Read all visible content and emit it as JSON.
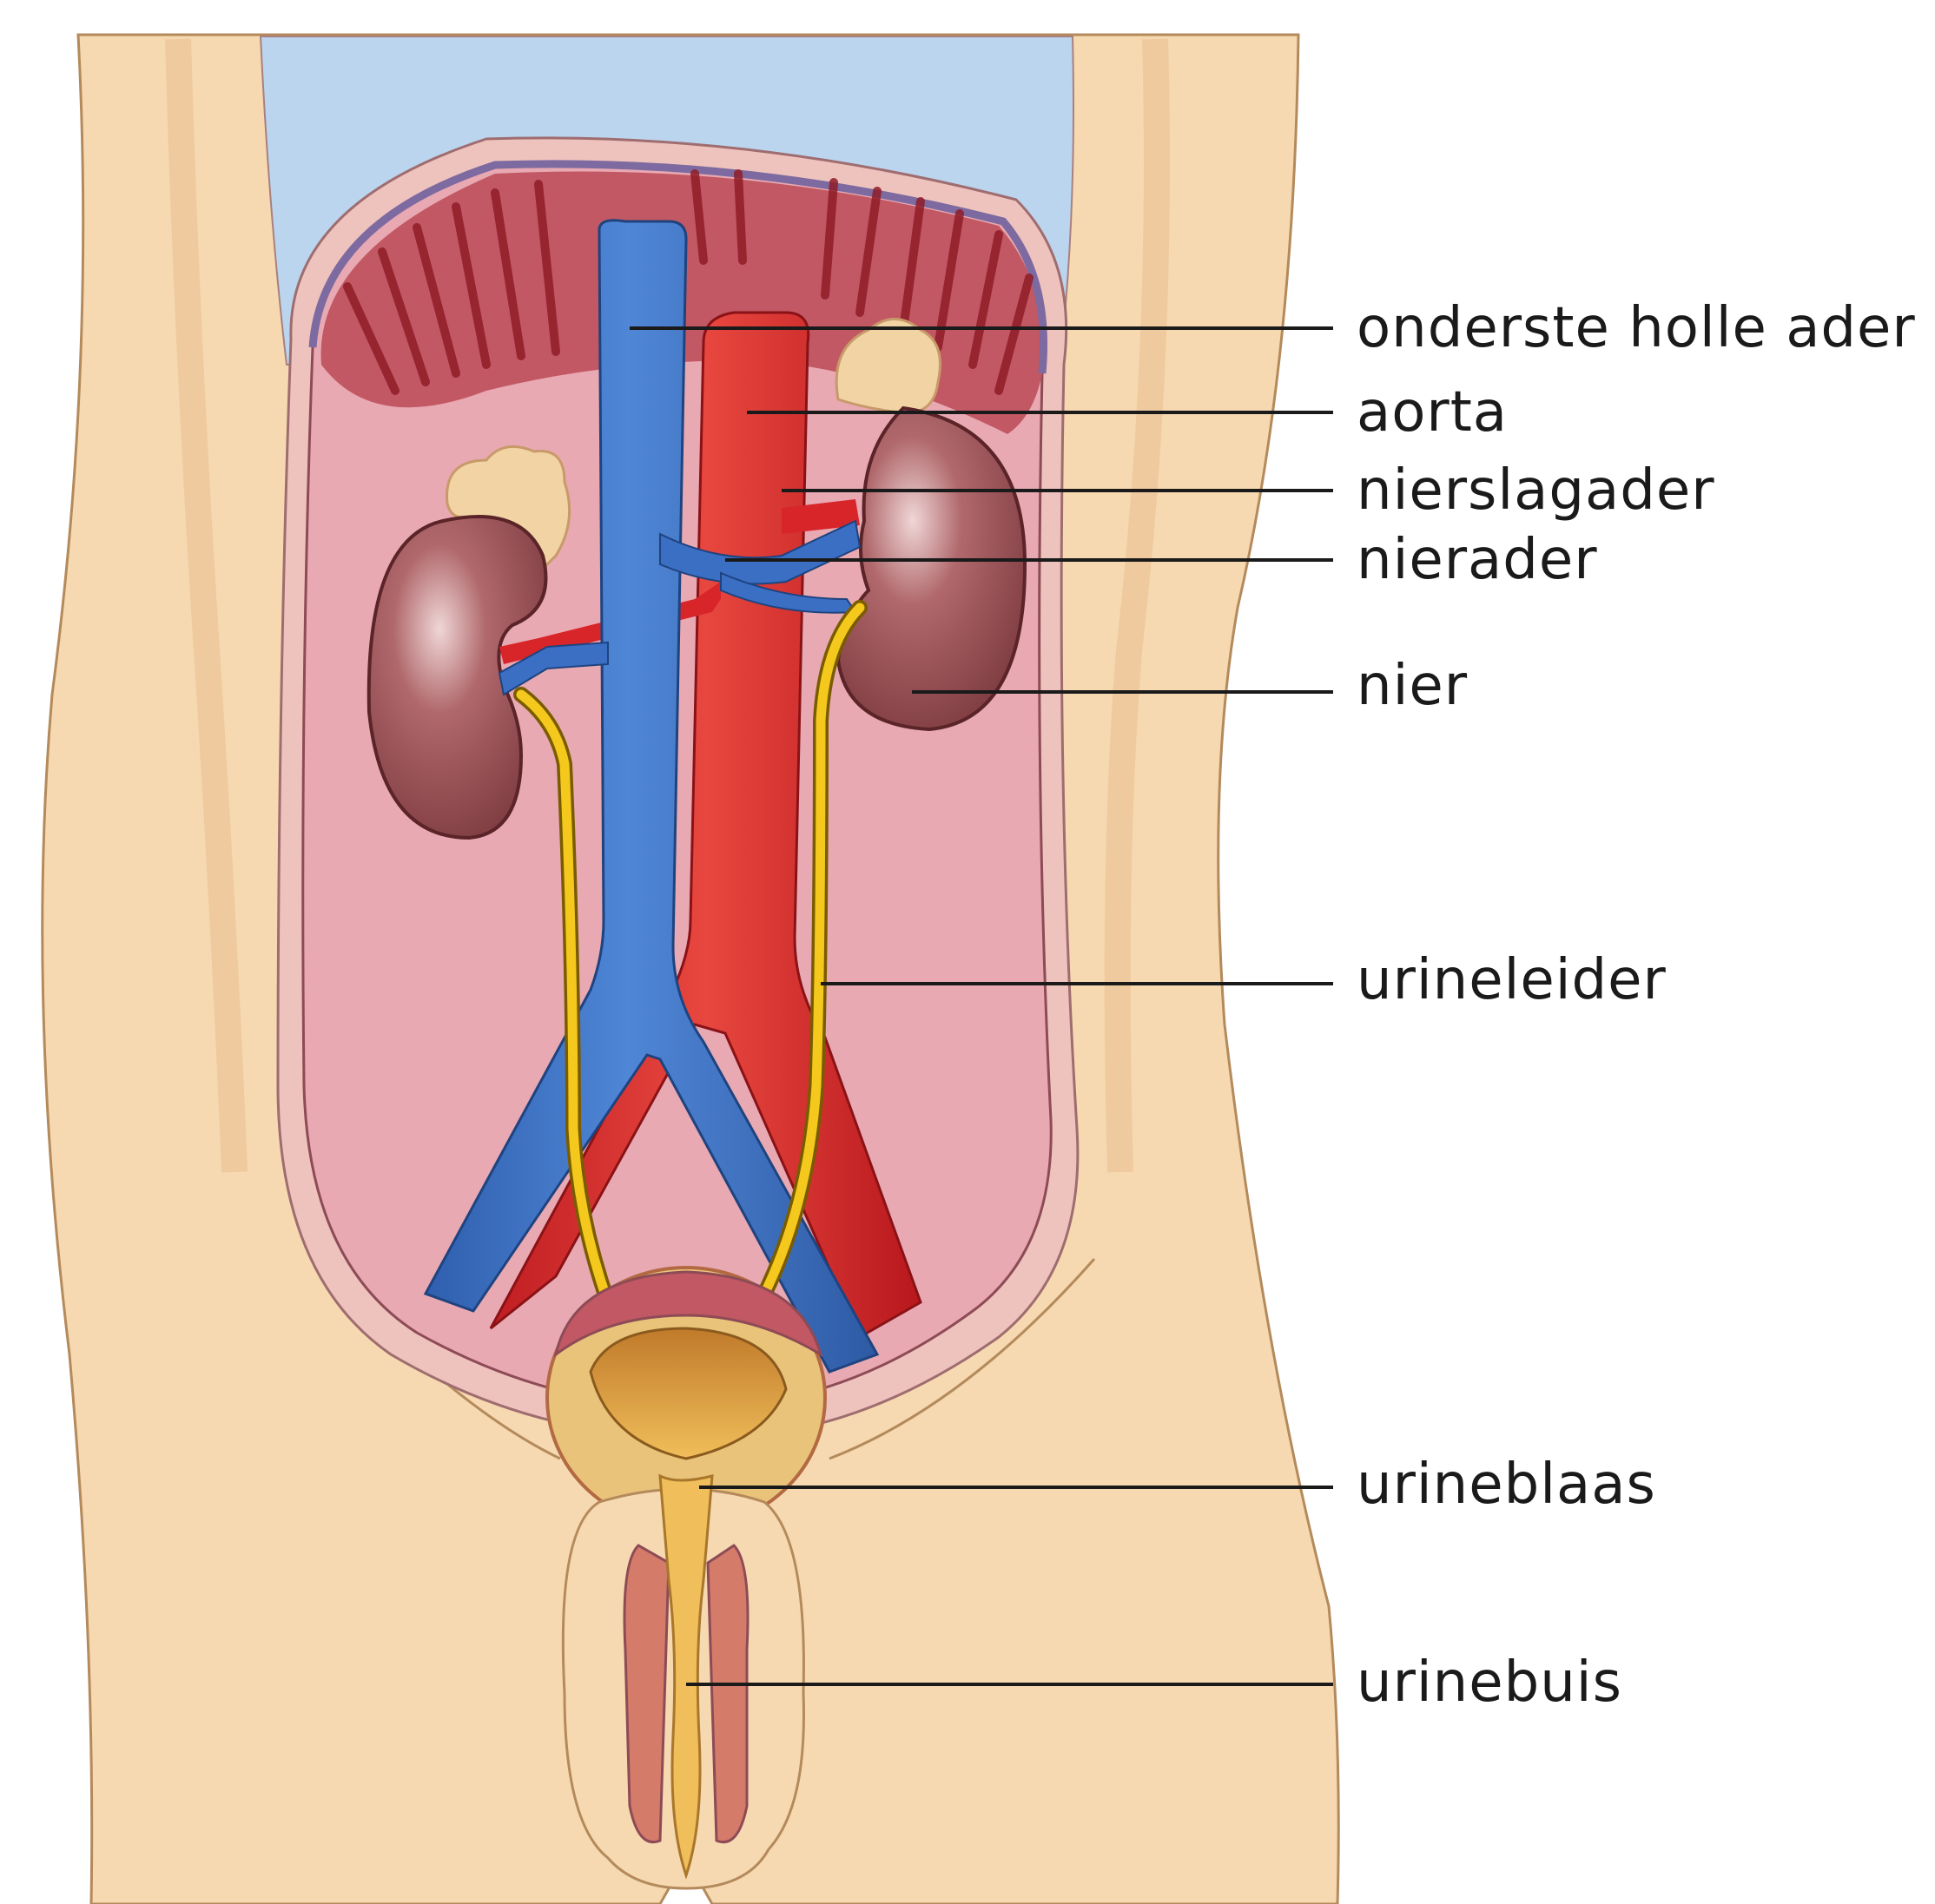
{
  "labels": {
    "vena_cava": "onderste holle ader",
    "aorta": "aorta",
    "renal_artery": "nierslagader",
    "renal_vein": "nierader",
    "kidney": "nier",
    "ureter": "urineleider",
    "bladder": "urineblaas",
    "urethra": "urinebuis"
  },
  "colors": {
    "skin": "#f6d9b0",
    "skin_shadow": "#efc99a",
    "abdominal_cavity": "#e8a9b2",
    "diaphragm": "#a3323d",
    "lung_space": "#bcd5ee",
    "vein": "#3a6fc4",
    "artery": "#d8252a",
    "ureter": "#f4c81d",
    "kidney": "#8e4a4e",
    "adrenal": "#f2d3a4",
    "urine": "#e0a33a",
    "leader_line": "#1a1a1a"
  }
}
